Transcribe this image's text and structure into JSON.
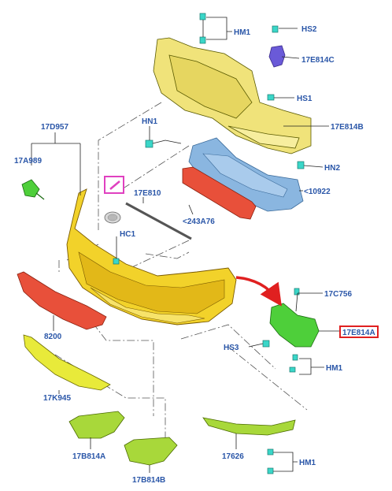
{
  "labels": {
    "HM1_top": "HM1",
    "HS2": "HS2",
    "17E814C": "17E814C",
    "HS1": "HS1",
    "HN1": "HN1",
    "17E814B": "17E814B",
    "17D957": "17D957",
    "17A989": "17A989",
    "HN2": "HN2",
    "17E810": "17E810",
    "10922": "<10922",
    "HC1": "HC1",
    "243A76": "<243A76",
    "17C756": "17C756",
    "17E814A": "17E814A",
    "8200": "8200",
    "HS3": "HS3",
    "HM1_mid": "HM1",
    "17K945": "17K945",
    "17B814A": "17B814A",
    "17626": "17626",
    "HM1_bot": "HM1",
    "17B814B": "17B814B"
  },
  "colors": {
    "label_text": "#2a56a8",
    "yellow_part": "#f0e37a",
    "bumper": "#f2d22a",
    "blue_part": "#8ab6e0",
    "red_part": "#e8503a",
    "green_part": "#4ecf3a",
    "clip": "#3ad6c8",
    "highlight_pink": "#e040c0",
    "highlight_red": "#e02020"
  }
}
